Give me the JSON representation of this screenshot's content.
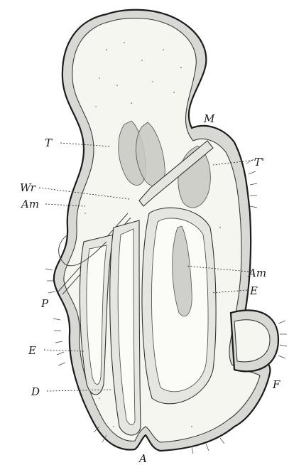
{
  "figure": {
    "labels": {
      "M": "M",
      "T_left": "T",
      "T_right": "T'",
      "Wr": "Wr",
      "Am_left": "Am",
      "Am_right": "Am",
      "P": "P",
      "E_right": "E",
      "E_left": "E",
      "D": "D",
      "F": "F",
      "A": "A"
    }
  }
}
